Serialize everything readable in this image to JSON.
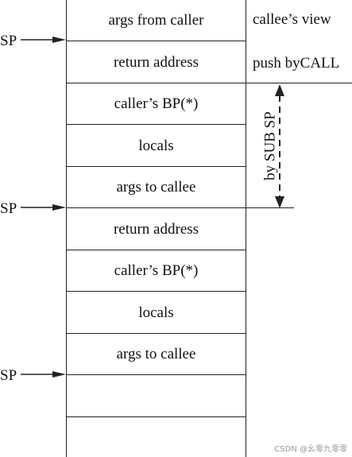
{
  "stack_cells": [
    "args from caller",
    "return address",
    "caller’s BP(*)",
    "locals",
    "args to callee",
    "return address",
    "caller’s BP(*)",
    "locals",
    "args to callee",
    "",
    ""
  ],
  "sp_label": "SP",
  "notes": {
    "callee_view": "callee’s view",
    "push_by_call": "push byCALL",
    "by_sub_sp": "by SUB SP"
  },
  "watermark": "CSDN @幺零九零零"
}
